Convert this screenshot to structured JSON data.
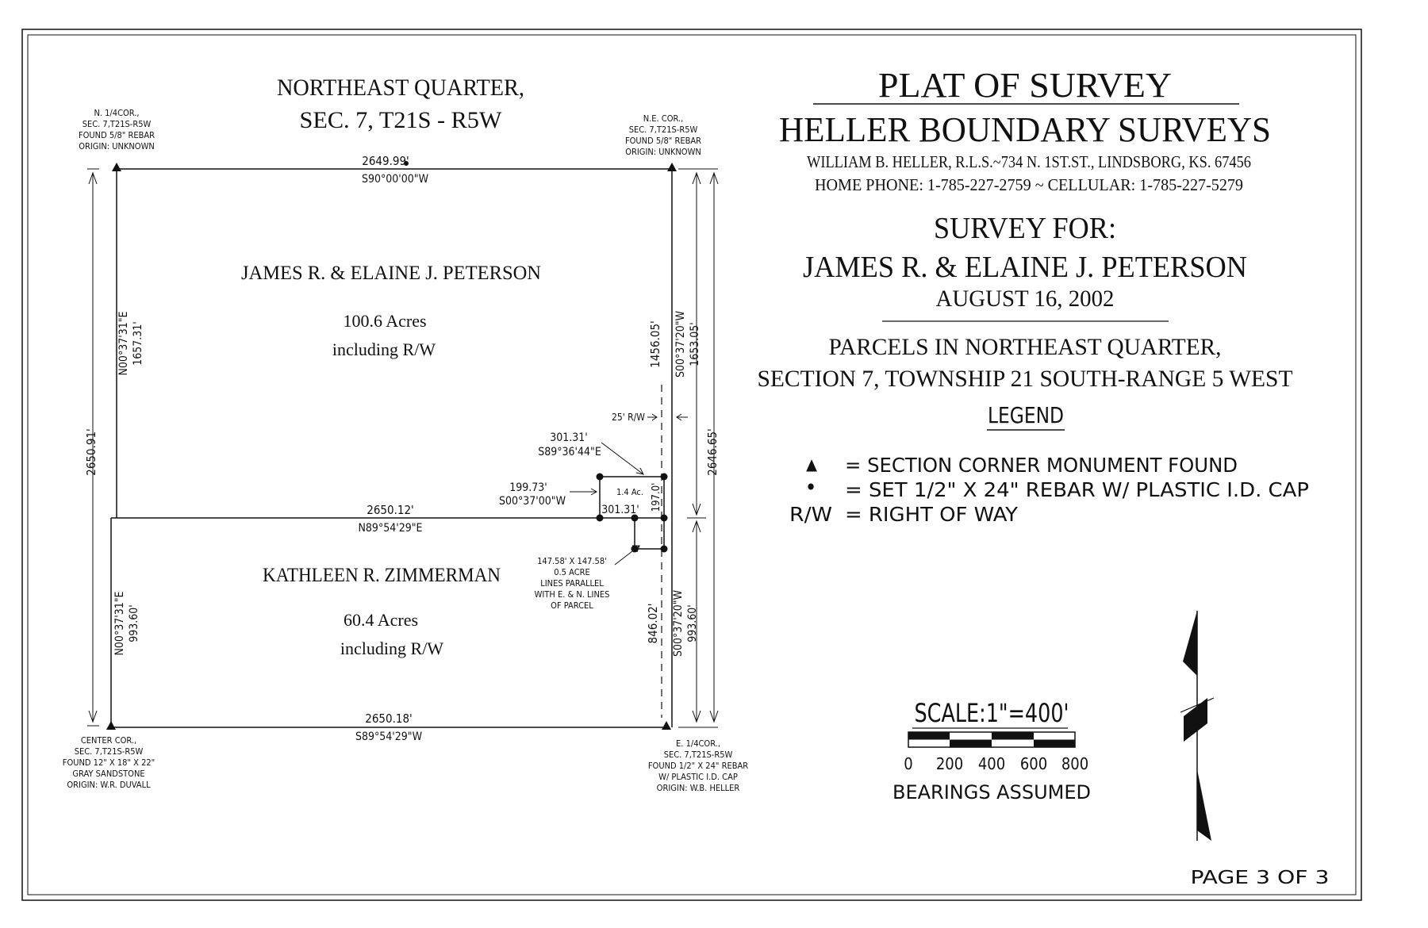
{
  "title_block": {
    "plat_title": "PLAT OF SURVEY",
    "company": "HELLER BOUNDARY SURVEYS",
    "surveyor_line": "WILLIAM B. HELLER, R.L.S.~734 N. 1ST.ST., LINDSBORG, KS. 67456",
    "phone_line": "HOME PHONE: 1-785-227-2759 ~ CELLULAR: 1-785-227-5279",
    "survey_for_label": "SURVEY FOR:",
    "client": "JAMES R. & ELAINE J. PETERSON",
    "date": "AUGUST 16, 2002",
    "parcels_line1": "PARCELS IN NORTHEAST QUARTER,",
    "parcels_line2": "SECTION 7, TOWNSHIP 21 SOUTH-RANGE 5 WEST"
  },
  "legend": {
    "heading": "LEGEND",
    "items": [
      {
        "symbol": "▲",
        "text": "= SECTION CORNER MONUMENT FOUND"
      },
      {
        "symbol": "•",
        "text": "= SET 1/2\" X 24\" REBAR W/ PLASTIC I.D. CAP"
      },
      {
        "symbol": "R/W",
        "text": "= RIGHT OF WAY"
      }
    ]
  },
  "scale": {
    "label": "SCALE:1\"=400'",
    "ticks": [
      "0",
      "200",
      "400",
      "600",
      "800"
    ],
    "bearings_note": "BEARINGS ASSUMED"
  },
  "page_label": "PAGE 3 OF 3",
  "plat": {
    "quarter_title_1": "NORTHEAST QUARTER,",
    "quarter_title_2": "SEC. 7, T21S - R5W",
    "north_quarter_corner": [
      "N. 1/4COR.,",
      "SEC. 7,T21S-R5W",
      "FOUND 5/8\" REBAR",
      "ORIGIN: UNKNOWN"
    ],
    "ne_corner": [
      "N.E. COR.,",
      "SEC. 7,T21S-R5W",
      "FOUND 5/8\" REBAR",
      "ORIGIN: UNKNOWN"
    ],
    "center_corner": [
      "CENTER COR.,",
      "SEC. 7,T21S-R5W",
      "FOUND 12\" X 18\" X 22\"",
      "GRAY SANDSTONE",
      "ORIGIN: W.R. DUVALL"
    ],
    "east_quarter_corner": [
      "E. 1/4COR.,",
      "SEC. 7,T21S-R5W",
      "FOUND 1/2\" X 24\" REBAR",
      "W/ PLASTIC I.D. CAP",
      "ORIGIN: W.B. HELLER"
    ],
    "north_line": {
      "distance": "2649.99'",
      "bearing": "S90°00'00\"W"
    },
    "mid_line": {
      "distance": "2650.12'",
      "bearing": "N89°54'29\"E"
    },
    "south_line": {
      "distance": "2650.18'",
      "bearing": "S89°54'29\"W"
    },
    "west_upper": {
      "bearing": "N00°37'31\"E",
      "distance": "1657.31'"
    },
    "west_lower": {
      "bearing": "N00°37'31\"E",
      "distance": "993.60'"
    },
    "west_total": "2650.91'",
    "east_upper_inner": "1456.05'",
    "east_upper": {
      "bearing": "S00°37'20\"W",
      "distance": "1653.05'"
    },
    "east_lower_inner": "846.02'",
    "east_lower": {
      "bearing": "S00°37'20\"W",
      "distance": "993.60'"
    },
    "east_total": "2646.65'",
    "row_label": "25' R/W",
    "parcel_top": {
      "distance": "301.31'",
      "bearing": "S89°36'44\"E"
    },
    "parcel_west": {
      "distance": "199.73'",
      "bearing": "S00°37'00\"W"
    },
    "parcel_area": "1.4 Ac.",
    "parcel_bottom": "301.31'",
    "parcel_east": "197.0'",
    "small_parcel_note": [
      "147.58' X 147.58'",
      "0.5 ACRE",
      "LINES PARALLEL",
      "WITH E. & N. LINES",
      "OF PARCEL"
    ],
    "tract_north": {
      "owner": "JAMES R. & ELAINE J. PETERSON",
      "acres": "100.6 Acres",
      "note": "including R/W"
    },
    "tract_south": {
      "owner": "KATHLEEN R. ZIMMERMAN",
      "acres": "60.4 Acres",
      "note": "including R/W"
    }
  }
}
